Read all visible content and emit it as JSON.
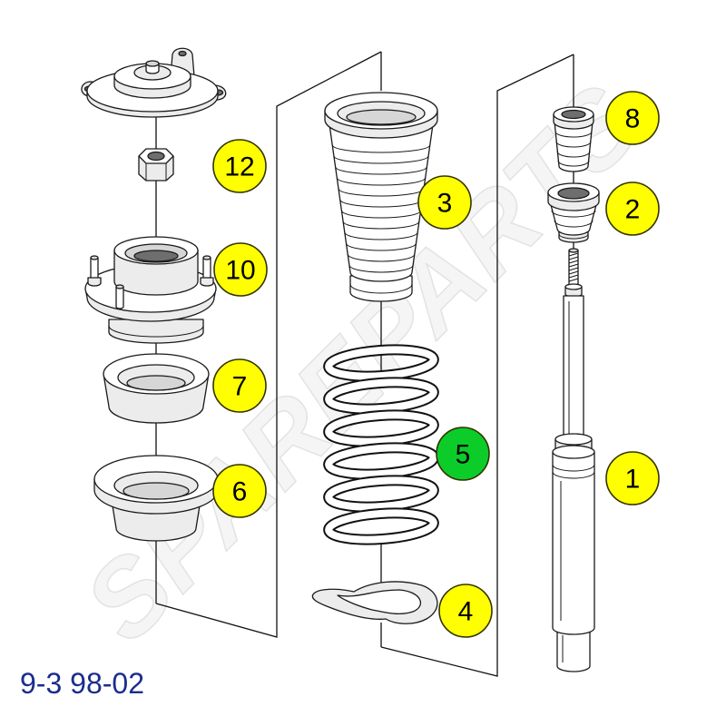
{
  "diagram": {
    "model_label": "9-3 98-02",
    "watermark": "SPAREPARTS",
    "colors": {
      "callout_default": "#ffff00",
      "callout_highlight": "#0ccc2a",
      "label_text": "#1b2e8c",
      "line": "#111111",
      "watermark": "#e3e3e3"
    },
    "callouts": [
      {
        "label": "12",
        "color": "#ffff00"
      },
      {
        "label": "10",
        "color": "#ffff00"
      },
      {
        "label": "7",
        "color": "#ffff00"
      },
      {
        "label": "6",
        "color": "#ffff00"
      },
      {
        "label": "3",
        "color": "#ffff00"
      },
      {
        "label": "5",
        "color": "#0ccc2a"
      },
      {
        "label": "4",
        "color": "#ffff00"
      },
      {
        "label": "8",
        "color": "#ffff00"
      },
      {
        "label": "2",
        "color": "#ffff00"
      },
      {
        "label": "1",
        "color": "#ffff00"
      }
    ]
  }
}
